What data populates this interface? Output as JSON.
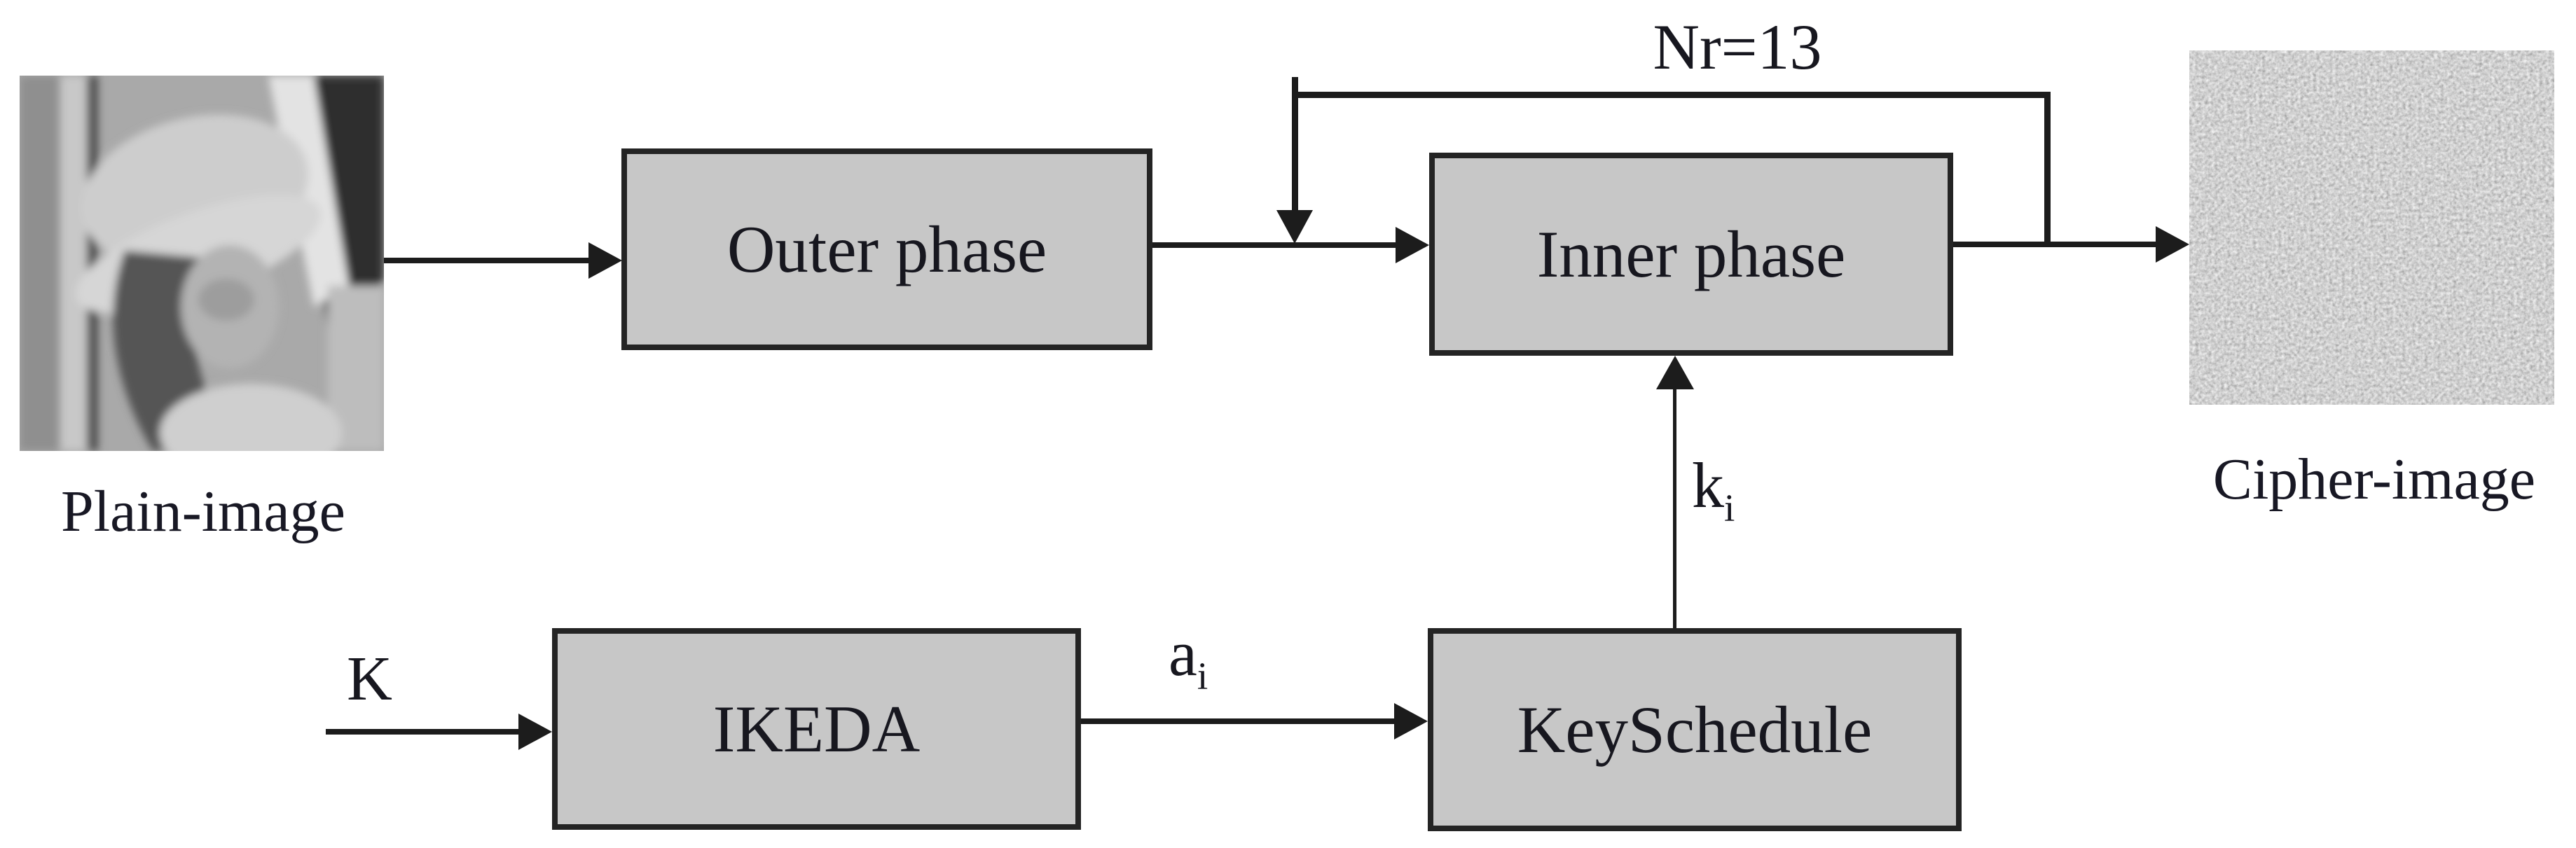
{
  "diagram": {
    "colors": {
      "background": "#ffffff",
      "box_fill": "#c7c7c7",
      "box_border": "#242424",
      "line": "#1c1c1c",
      "text": "#17171f"
    },
    "boxes": [
      {
        "id": "outer-phase",
        "label": "Outer phase"
      },
      {
        "id": "inner-phase",
        "label": "Inner phase"
      },
      {
        "id": "ikeda",
        "label": "IKEDA"
      },
      {
        "id": "key-schedule",
        "label": "KeySchedule"
      }
    ],
    "captions": {
      "plain_image": "Plain-image",
      "cipher_image": "Cipher-image"
    },
    "annotations": {
      "rounds": "Nr=13",
      "key_input": "K",
      "ikeda_out_base": "a",
      "ikeda_out_sub": "i",
      "round_key_base": "k",
      "round_key_sub": "i"
    }
  }
}
